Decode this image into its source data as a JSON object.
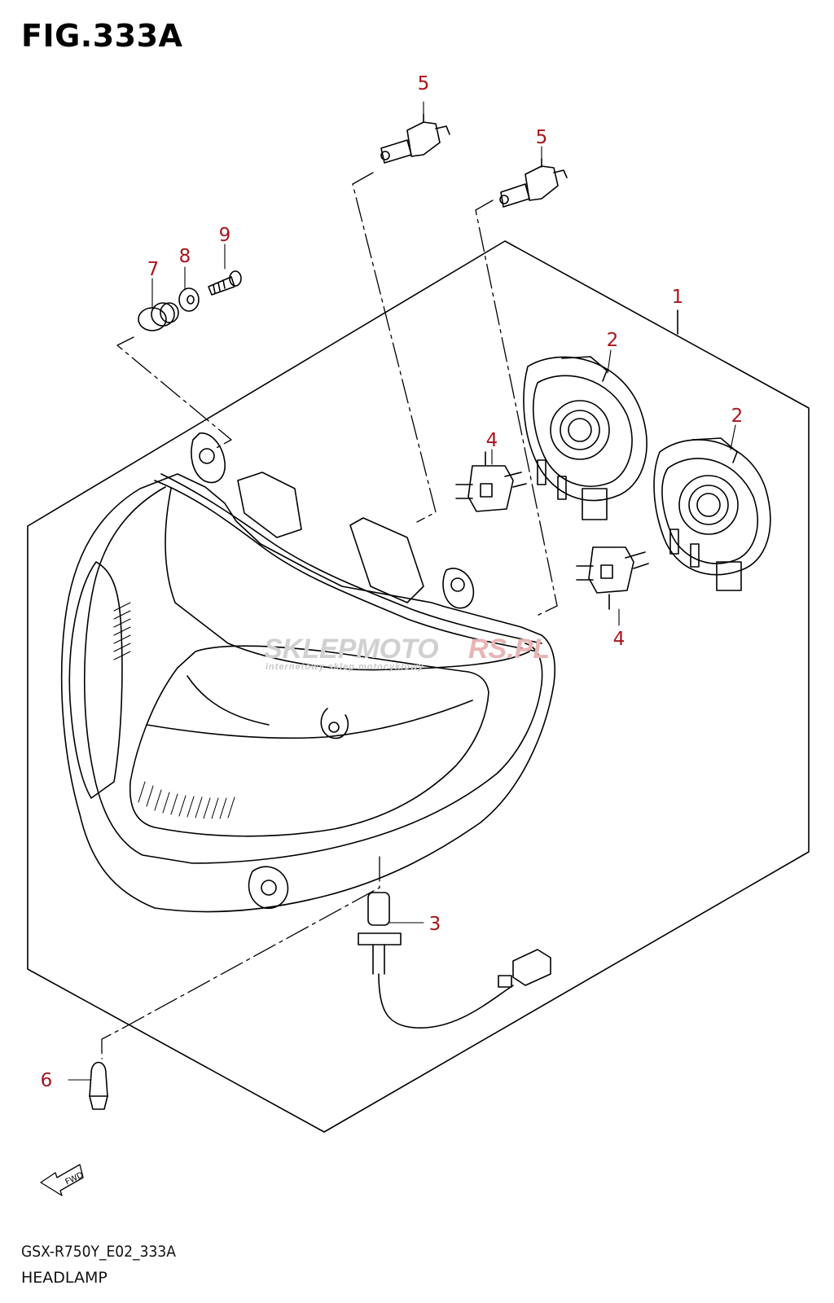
{
  "figure": {
    "title": "FIG.333A"
  },
  "footer": {
    "model_code": "GSX-R750Y_E02_333A",
    "section_name": "HEADLAMP"
  },
  "watermark": {
    "brand": "SKLEPMOTO",
    "brand_accent": "RS.PL",
    "tagline": "internetowy sklep motocyklowy"
  },
  "fwd_badge": {
    "text": "FWD"
  },
  "callouts": [
    "5",
    "5",
    "1",
    "2",
    "2",
    "4",
    "4",
    "9",
    "8",
    "7",
    "3",
    "6"
  ],
  "colors": {
    "callout": "#a8141a",
    "line": "#000000",
    "watermark": "#d0d0d0",
    "watermark_accent": "#e8b4b4"
  }
}
